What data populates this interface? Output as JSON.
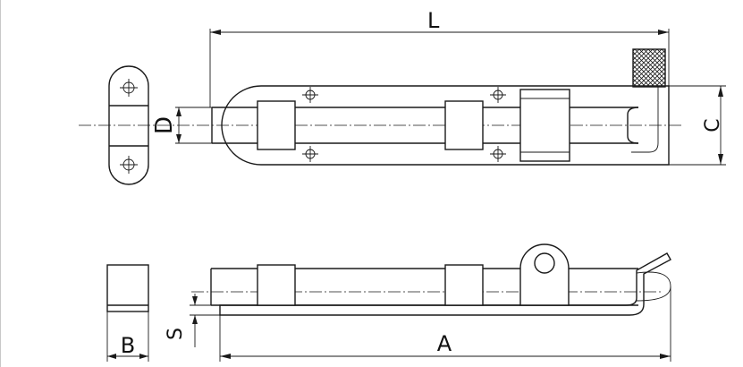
{
  "dimension_labels": {
    "L": "L",
    "D": "D",
    "C": "C",
    "A": "A",
    "B": "B",
    "S": "S"
  },
  "colors": {
    "line": "#1a1a1a",
    "background": "#ffffff",
    "left_edge": "#c8c8c8"
  }
}
